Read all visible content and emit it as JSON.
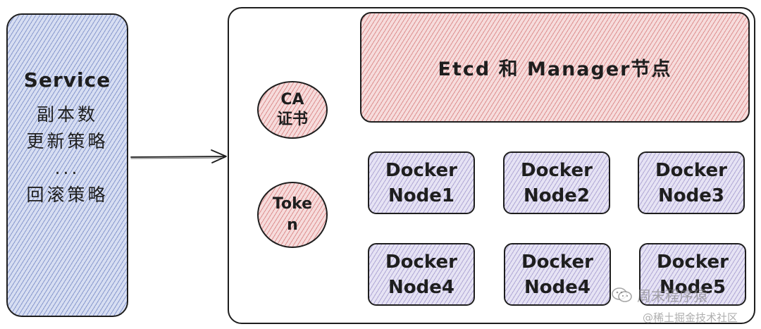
{
  "service": {
    "title": "Service",
    "lines": [
      "副本数",
      "更新策略",
      "...",
      "回滚策略"
    ]
  },
  "cluster": {
    "manager_label": "Etcd 和 Manager节点",
    "ca": {
      "line1": "CA",
      "line2": "证书"
    },
    "token": {
      "line1": "Toke",
      "line2": "n"
    },
    "nodes": [
      {
        "line1": "Docker",
        "line2": "Node1"
      },
      {
        "line1": "Docker",
        "line2": "Node2"
      },
      {
        "line1": "Docker",
        "line2": "Node3"
      },
      {
        "line1": "Docker",
        "line2": "Node4"
      },
      {
        "line1": "Docker",
        "line2": "Node4"
      },
      {
        "line1": "Docker",
        "line2": "Node5"
      }
    ]
  },
  "watermark": {
    "line1": "周末程序猿",
    "line2": "@稀土掘金技术社区",
    "icon": "wechat-icon"
  },
  "colors": {
    "service_fill": "#d7def2",
    "manager_fill": "#f6dcdc",
    "circle_fill": "#f6dcdc",
    "node_fill": "#e6e3f4",
    "stroke": "#1e1e1e"
  }
}
